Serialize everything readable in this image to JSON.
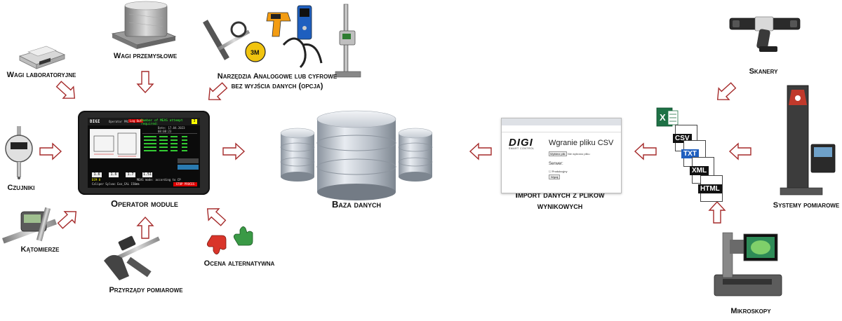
{
  "labels": {
    "wagi_laboratoryjne": "Wagi laboratoryjne",
    "wagi_przemyslowe": "Wagi przemysłowe",
    "narzedzia_line1": "Narzędzia Analogowe lub cyfrowe",
    "narzedzia_line2": "bez wyjścia danych (opcja)",
    "czujniki": "Czujniki",
    "katomierze": "Kątomierze",
    "przyrzady": "Przyrządy pomiarowe",
    "operator_module": "Operator module",
    "ocena": "Ocena alternatywna",
    "baza": "Baza danych",
    "import_line1": "Import danych z plików",
    "import_line2": "wynikowych",
    "skanery": "Skanery",
    "systemy": "Systemy pomiarowe",
    "mikroskopy": "Mikroskopy"
  },
  "tablet_screen": {
    "logo": "DIGI",
    "operator": "Operator PRO2023",
    "logout": "Log Out",
    "measurement": "Number of MEAS attempt required:",
    "badge": "3",
    "date": "Date: 17.04.2023 08:08:23",
    "values": [
      "1.6",
      "1.6",
      "1.7",
      "1.51"
    ],
    "caliper": "Caliper Sylvac Exo_CAL 150mm",
    "meas_mode": "MEAS mode: according to CP",
    "stop": "STOP PROCES",
    "dim": "DIM 8"
  },
  "browser": {
    "logo": "DIGI",
    "logo_sub": "SMART CONTROL",
    "title": "Wgranie pliku CSV",
    "file_button": "Wybierz plik",
    "file_status": "Nie wybrano pliku",
    "server": "Serwer:",
    "checkbox": "Produkcyjny",
    "upload": "Wgraj"
  },
  "files": {
    "csv": "CSV",
    "txt": "TXT",
    "xml": "XML",
    "html": "HTML",
    "excel": "X"
  },
  "colors": {
    "arrow_stroke": "#a52a2a",
    "db_fill": "#c8ced6",
    "thumb_down": "#d9352a",
    "thumb_up": "#3a9a46",
    "excel_green": "#1e7145",
    "txt_blue": "#1f5fbf"
  }
}
